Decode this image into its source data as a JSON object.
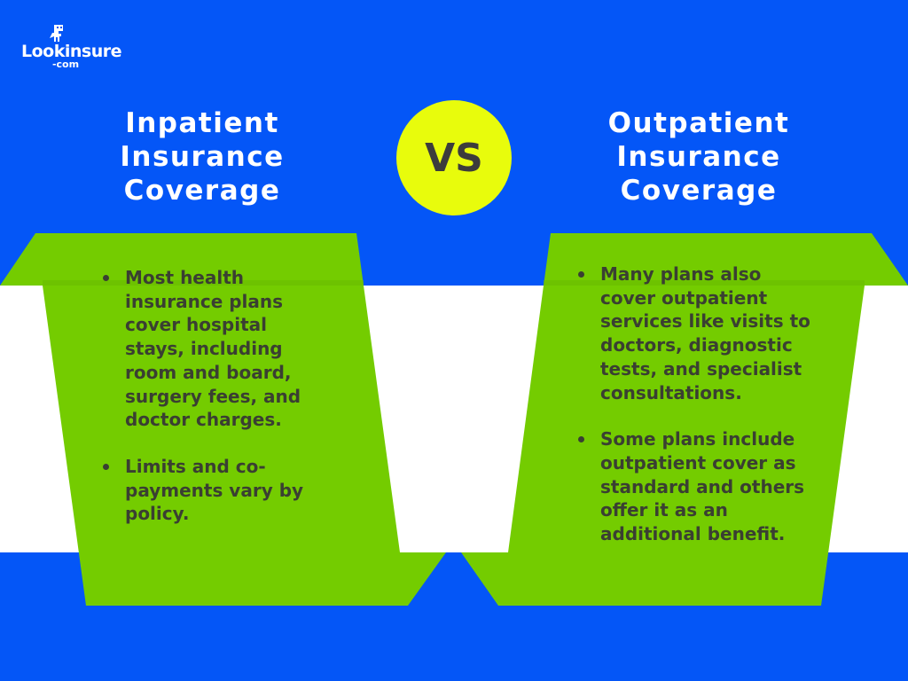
{
  "logo": {
    "brand": "Lookinsure",
    "tld": "-com",
    "icon": "dinosaur-mascot-icon"
  },
  "colors": {
    "background_blue": "#0456F7",
    "panel_green": "#74CC00",
    "band_white": "#FFFFFF",
    "vs_yellow": "#E8FC0C",
    "body_text": "#3A3F32"
  },
  "left": {
    "title_lines": [
      "Inpatient",
      "Insurance",
      "Coverage"
    ],
    "bullets": [
      "Most health insurance plans cover hospital stays, including room and board, surgery fees, and doctor charges.",
      "Limits and co-payments vary by policy."
    ]
  },
  "vs": {
    "label": "VS"
  },
  "right": {
    "title_lines": [
      "Outpatient",
      "Insurance",
      "Coverage"
    ],
    "bullets": [
      "Many plans also cover outpatient services like visits to doctors, diagnostic tests, and specialist consultations.",
      "Some plans include outpatient cover as standard and others offer it as an additional benefit."
    ]
  }
}
